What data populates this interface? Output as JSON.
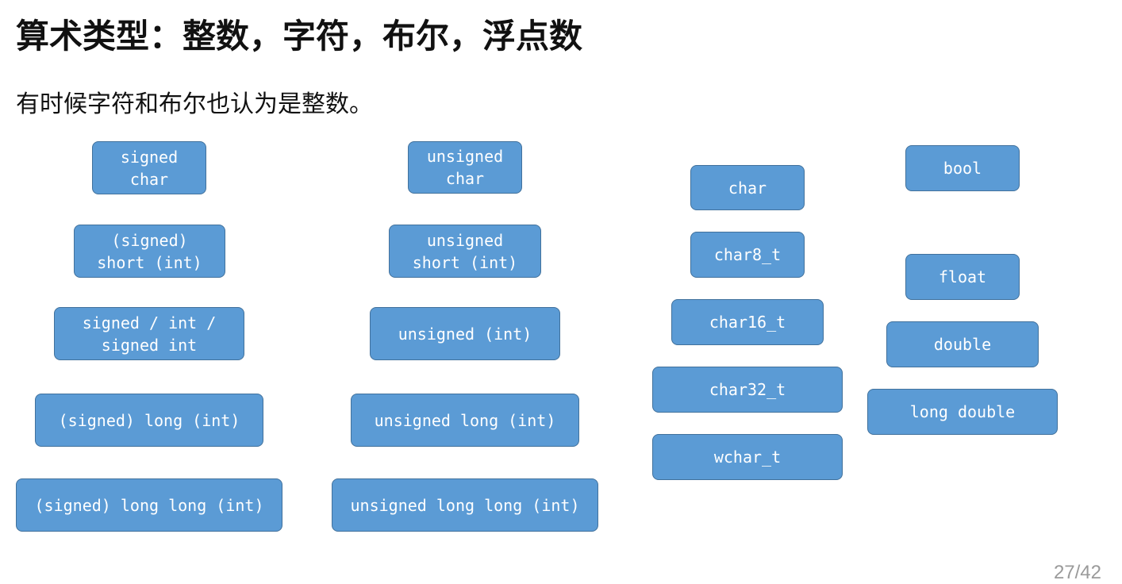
{
  "title": "算术类型：整数，字符，布尔，浮点数",
  "subtitle": "有时候字符和布尔也认为是整数。",
  "colors": {
    "box_fill": "#5b9bd5",
    "box_border": "#41719c",
    "box_text": "#ffffff"
  },
  "columns": {
    "signed": [
      "signed\nchar",
      "(signed)\nshort (int)",
      "signed / int /\nsigned int",
      "(signed) long (int)",
      "(signed) long long (int)"
    ],
    "unsigned": [
      "unsigned\nchar",
      "unsigned\nshort (int)",
      "unsigned (int)",
      "unsigned long (int)",
      "unsigned long long (int)"
    ],
    "char": [
      "char",
      "char8_t",
      "char16_t",
      "char32_t",
      "wchar_t"
    ],
    "bool_float": [
      "bool",
      "float",
      "double",
      "long double"
    ]
  },
  "page_number": "27/42"
}
